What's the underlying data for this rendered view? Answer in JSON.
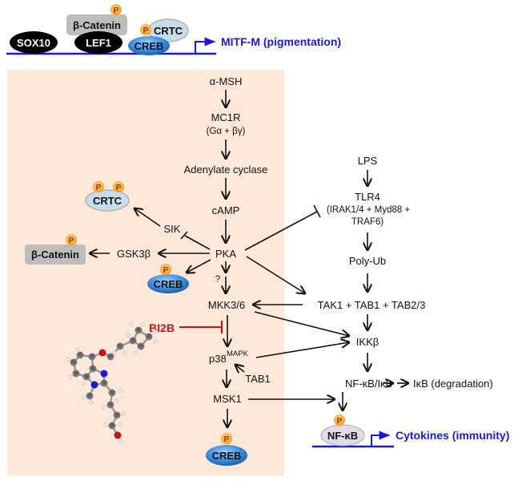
{
  "colors": {
    "panel_bg": "#fde8da",
    "dna_line": "#1a1ad6",
    "inhibitor_red": "#c0161a",
    "creb_blue": "#3d8ee0",
    "crtc_light_blue": "#c9dcec",
    "beta_catenin_gray": "#bdbdbd",
    "phospho_orange": "#f5a623",
    "nfkb_lavender": "#e3dbe9"
  },
  "top_promoter": {
    "factors": [
      "SOX10",
      "LEF1",
      "β-Catenin",
      "CREB",
      "CRTC"
    ],
    "phospho_label": "P",
    "target_gene": "MITF-M (pigmentation)"
  },
  "melanogenesis_pathway": {
    "alpha_msh": "α-MSH",
    "mc1r": "MC1R",
    "mc1r_sub": "(Gα + βγ)",
    "adenylate_cyclase": "Adenylate cyclase",
    "camp": "cAMP",
    "pka": "PKA",
    "sik": "SIK",
    "crtc": "CRTC",
    "gsk3b": "GSK3β",
    "beta_catenin": "β-Catenin",
    "creb_mid": "CREB",
    "unknown": "?",
    "mkk36": "MKK3/6",
    "inhibitor": "BI2B",
    "p38": "p38",
    "p38_sup": "MAPK",
    "tab1": "TAB1",
    "msk1": "MSK1",
    "creb_bottom": "CREB"
  },
  "immune_pathway": {
    "lps": "LPS",
    "tlr4": "TLR4",
    "tlr4_sub1": "(IRAK1/4 + Myd88 +",
    "tlr4_sub2": "TRAF6)",
    "polyub": "Poly-Ub",
    "tak_complex": "TAK1 + TAB1 + TAB2/3",
    "ikkb": "IKKβ",
    "nfkb_ikb": "NF-κB/IκB",
    "ikb_degradation": "IκB (degradation)",
    "nfkb": "NF-κB",
    "target_gene": "Cytokines (immunity)"
  },
  "phospho": "P",
  "molecule_icon": "bi2b-ball-and-stick-structure"
}
